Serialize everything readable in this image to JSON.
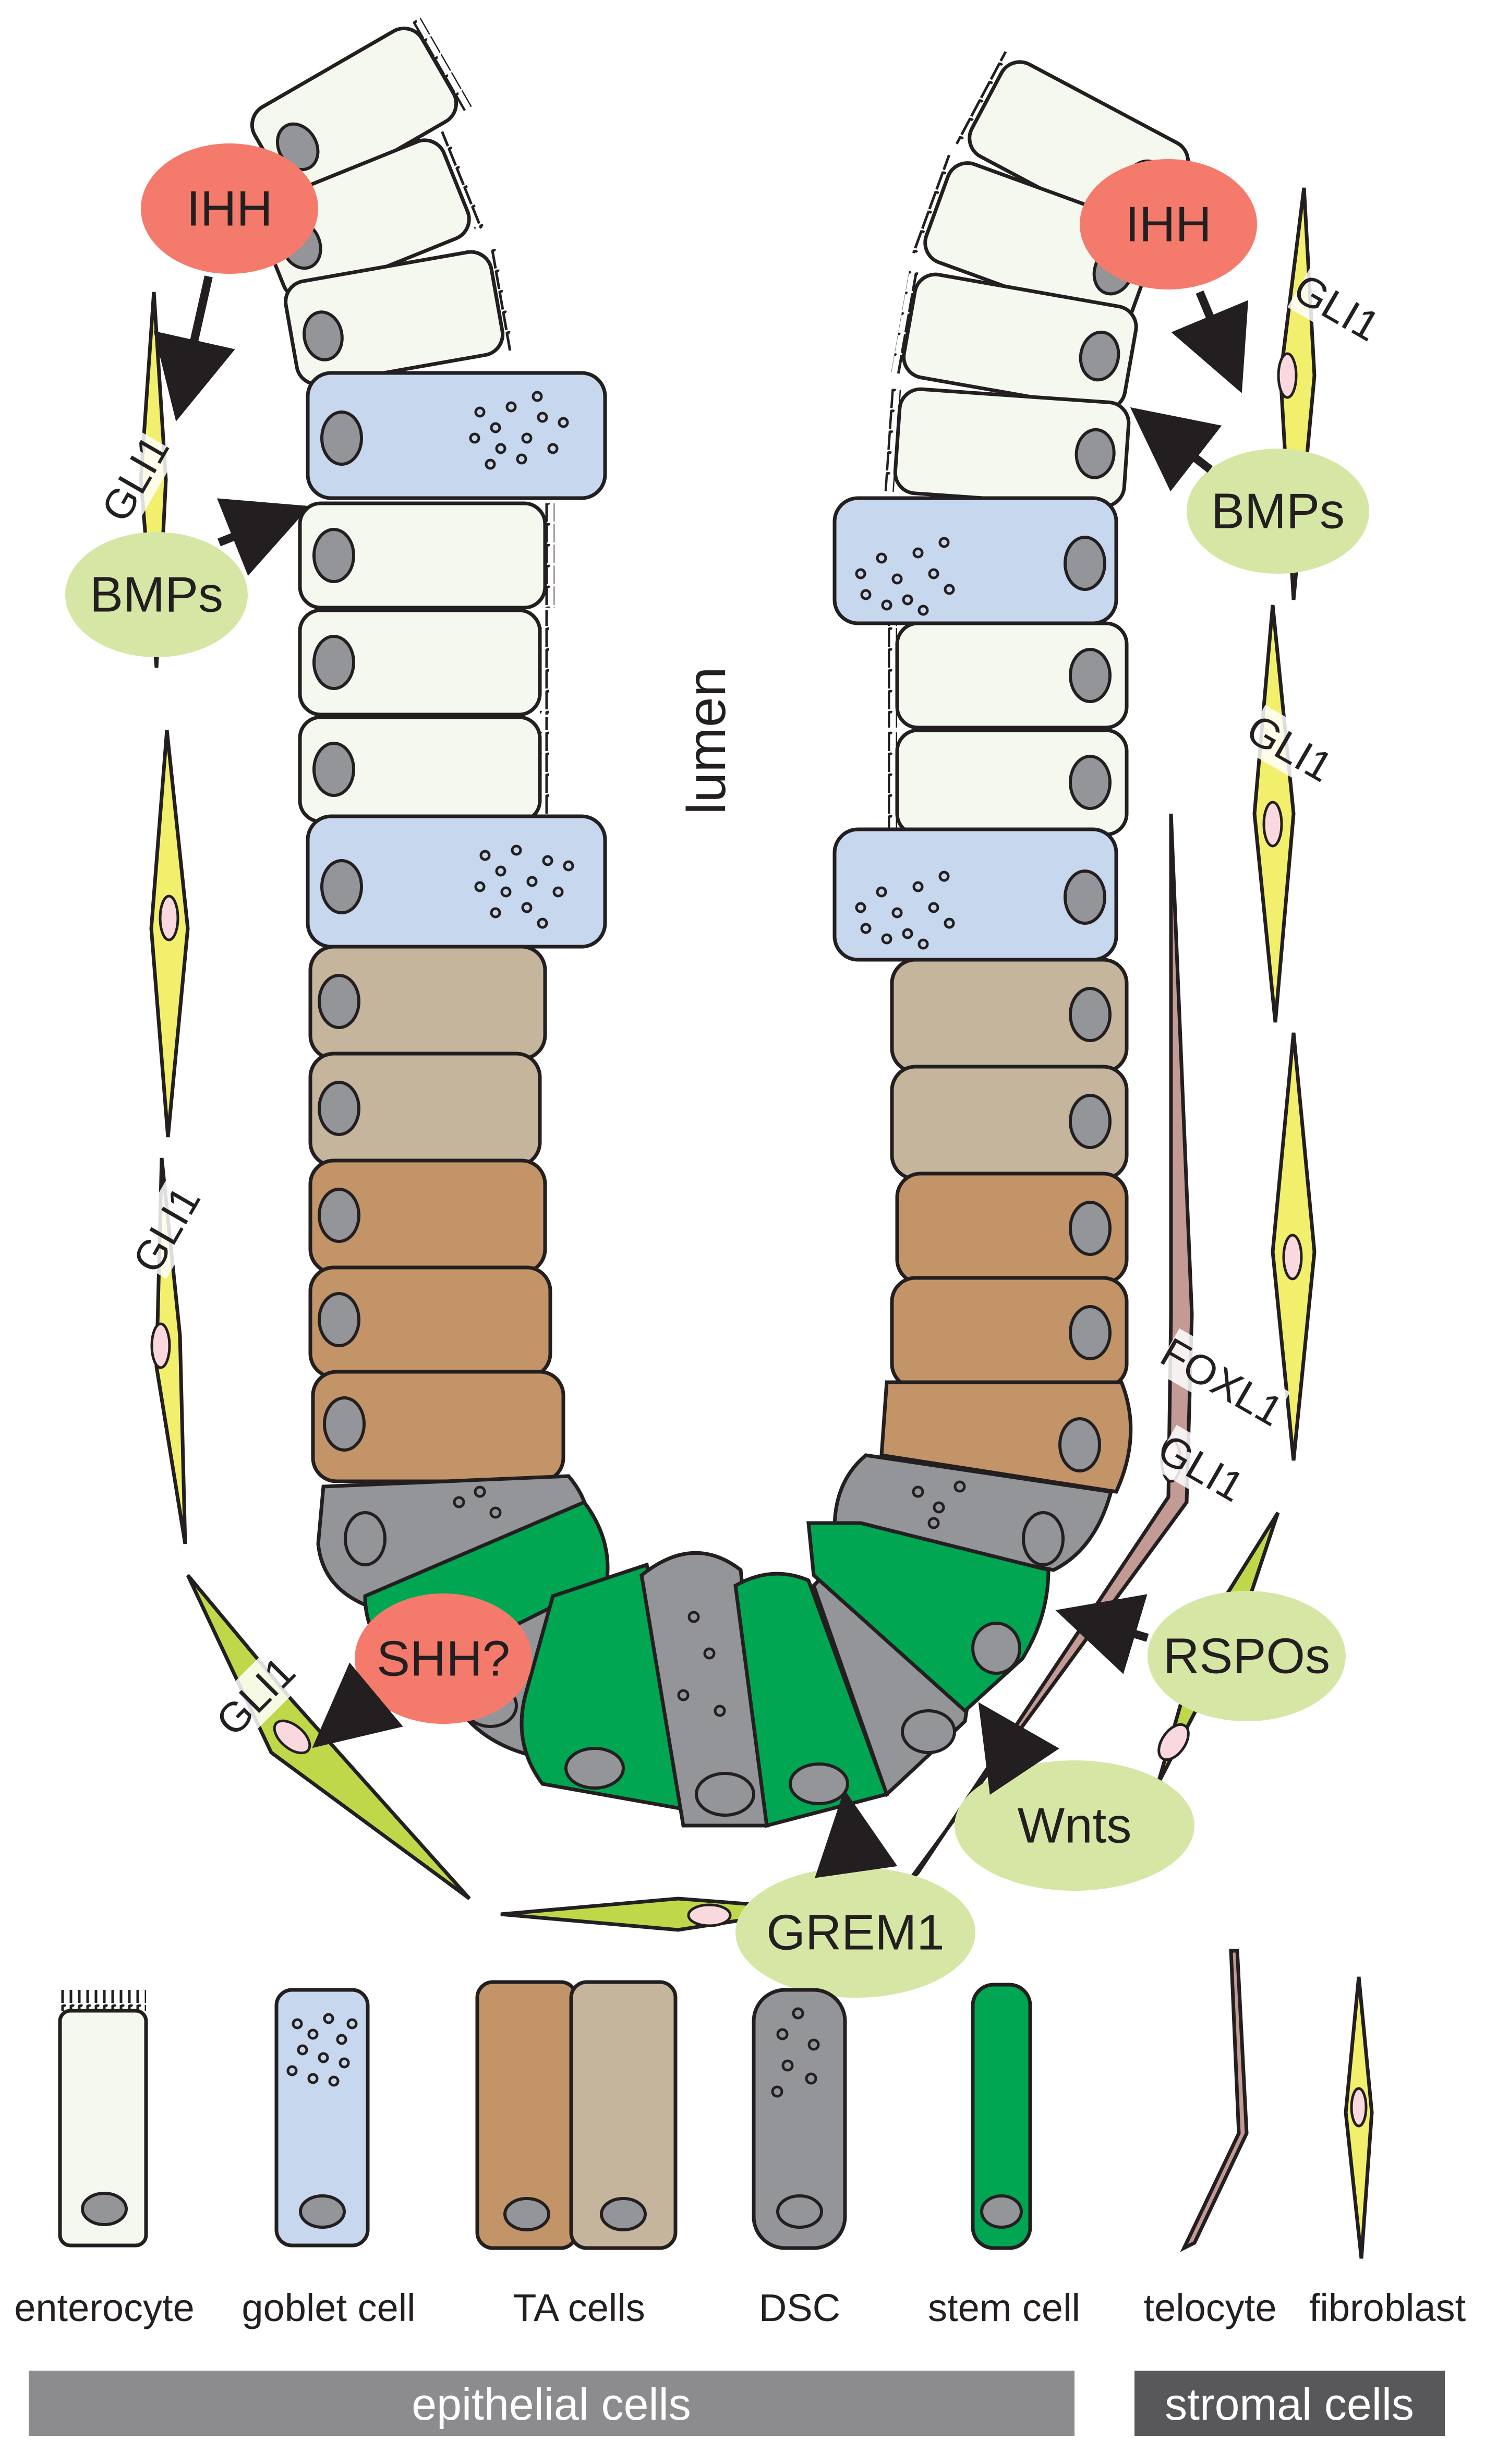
{
  "colors": {
    "enterocyte": "#f4f8ee",
    "goblet": "#c6d7ee",
    "ta_light": "#c4b59c",
    "ta_dark": "#c29467",
    "dsc": "#939598",
    "stem": "#00a651",
    "telocyte": "#c49a94",
    "fibroblast": "#f2ef6d",
    "fibroblast_green": "#bfd84a",
    "nucleus": "#939598",
    "nucleus_pink": "#f9d9de",
    "ligand_red": "#f47b6c",
    "ligand_green": "#d6e7a5",
    "bar": "#8c8c8e"
  },
  "labels": {
    "lumen": "lumen",
    "ihh_left": "IHH",
    "ihh_right": "IHH",
    "bmps_left": "BMPs",
    "bmps_right": "BMPs",
    "shh": "SHH?",
    "rspos": "RSPOs",
    "wnts": "Wnts",
    "grem1": "GREM1",
    "gli1_a": "GLI1",
    "gli1_b": "GLI1",
    "gli1_c": "GLI1",
    "gli1_d": "GLI1",
    "gli1_e": "GLI1",
    "gli1_f": "GLI1",
    "foxl1": "FOXL1"
  },
  "legend": {
    "enterocyte": "enterocyte",
    "goblet": "goblet cell",
    "ta": "TA cells",
    "dsc": "DSC",
    "stem": "stem cell",
    "telocyte": "telocyte",
    "fibroblast": "fibroblast"
  },
  "bars": {
    "epithelial": "epithelial cells",
    "stromal": "stromal cells"
  }
}
